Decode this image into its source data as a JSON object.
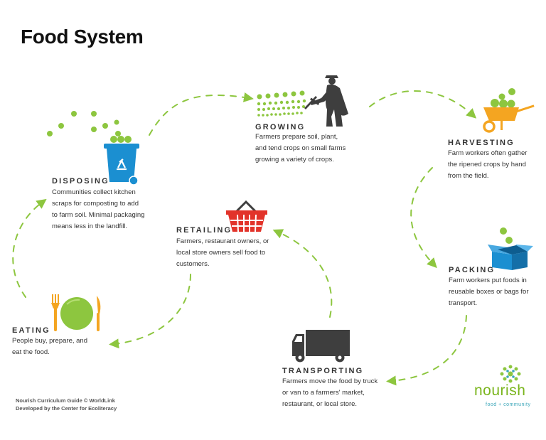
{
  "title": "Food System",
  "colors": {
    "green": "#8dc63f",
    "dark": "#444444",
    "blue": "#1b8fd1",
    "red": "#e2332a",
    "orange": "#f4a521"
  },
  "stages": [
    {
      "id": "growing",
      "title": "GROWING",
      "icon": "farmer-hoe-icon",
      "lines": [
        "Farmers prepare soil, plant,",
        "and tend crops on small farms",
        "growing a variety of crops."
      ]
    },
    {
      "id": "harvesting",
      "title": "HARVESTING",
      "icon": "wheelbarrow-icon",
      "lines": [
        "Farm workers often gather",
        "the ripened crops by hand",
        "from the field."
      ]
    },
    {
      "id": "packing",
      "title": "PACKING",
      "icon": "box-icon",
      "lines": [
        "Farm workers put foods in",
        "reusable boxes or bags for",
        "transport."
      ]
    },
    {
      "id": "transporting",
      "title": "TRANSPORTING",
      "icon": "truck-icon",
      "lines": [
        "Farmers move the food by truck",
        "or van to a farmers' market,",
        "restaurant, or local store."
      ]
    },
    {
      "id": "retailing",
      "title": "RETAILING",
      "icon": "shopping-basket-icon",
      "lines": [
        "Farmers, restaurant owners, or",
        "local store owners sell food to",
        "customers."
      ]
    },
    {
      "id": "eating",
      "title": "EATING",
      "icon": "plate-utensils-icon",
      "lines": [
        "People buy, prepare, and",
        "eat the food."
      ]
    },
    {
      "id": "disposing",
      "title": "DISPOSING",
      "icon": "compost-bin-icon",
      "lines": [
        "Communities collect kitchen",
        "scraps for composting to add",
        "to farm soil. Minimal packaging",
        "means less in the landfill."
      ]
    }
  ],
  "credit": [
    "Nourish Curriculum Guide © WorldLink",
    "Developed by the Center for Ecoliteracy"
  ],
  "logo": {
    "word": "nourish",
    "tagline": "food + community",
    "icon": "nourish-flower-icon"
  }
}
